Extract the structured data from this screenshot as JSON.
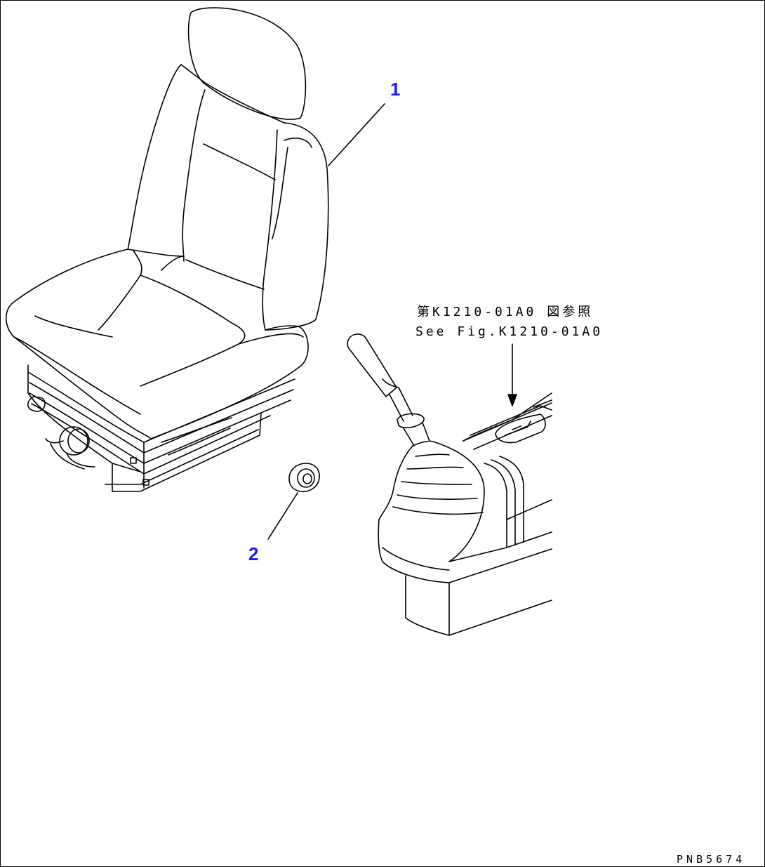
{
  "callouts": {
    "seat": "1",
    "cap": "2"
  },
  "reference_note": {
    "line_jp": "第K1210-01A0 図参照",
    "line_en": "See Fig.K1210-01A0"
  },
  "drawing_code": "PNB5674",
  "parts": {
    "seat_icon": "operator-seat-illustration",
    "cap_icon": "cap-part-illustration",
    "console_icon": "control-console-illustration"
  }
}
